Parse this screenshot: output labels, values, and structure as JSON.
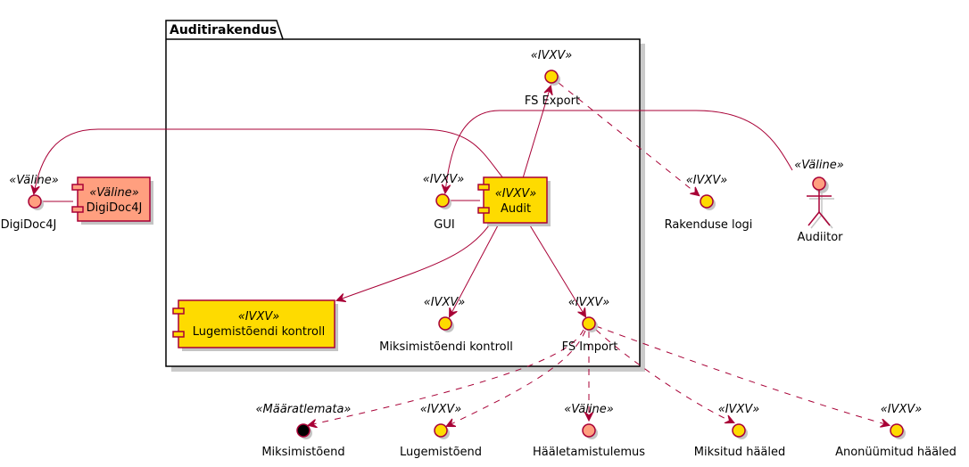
{
  "colors": {
    "edge": "#A80036",
    "ivxv_fill": "#FEDB00",
    "valine_fill": "#FF9F7F",
    "undefined_fill": "#000000",
    "shadow": "#C4C4C4"
  },
  "package": {
    "title": "Auditirakendus"
  },
  "components": {
    "audit": {
      "stereotype": "«IVXV»",
      "label": "Audit"
    },
    "lugemistoendi_kontroll": {
      "stereotype": "«IVXV»",
      "label": "Lugemistõendi kontroll"
    },
    "digidoc4j": {
      "stereotype": "«Väline»",
      "label": "DigiDoc4J"
    }
  },
  "interfaces": {
    "fs_export": {
      "stereotype": "«IVXV»",
      "label": "FS Export"
    },
    "gui": {
      "stereotype": "«IVXV»",
      "label": "GUI"
    },
    "miksimistoendi_kontroll": {
      "stereotype": "«IVXV»",
      "label": "Miksimistõendi kontroll"
    },
    "fs_import": {
      "stereotype": "«IVXV»",
      "label": "FS Import"
    },
    "rakenduse_logi": {
      "stereotype": "«IVXV»",
      "label": "Rakenduse logi"
    },
    "digidoc4j_if": {
      "stereotype": "«Väline»",
      "label": "DigiDoc4J"
    },
    "miksimistoend": {
      "stereotype": "«Määratlemata»",
      "label": "Miksimistõend"
    },
    "lugemistoend": {
      "stereotype": "«IVXV»",
      "label": "Lugemistõend"
    },
    "haaletamistulemus": {
      "stereotype": "«Väline»",
      "label": "Hääletamistulemus"
    },
    "miksitud_haaled": {
      "stereotype": "«IVXV»",
      "label": "Miksitud hääled"
    },
    "anonuumitud_haaled": {
      "stereotype": "«IVXV»",
      "label": "Anonüümitud hääled"
    }
  },
  "actors": {
    "audiitor": {
      "stereotype": "«Väline»",
      "label": "Audiitor"
    }
  }
}
